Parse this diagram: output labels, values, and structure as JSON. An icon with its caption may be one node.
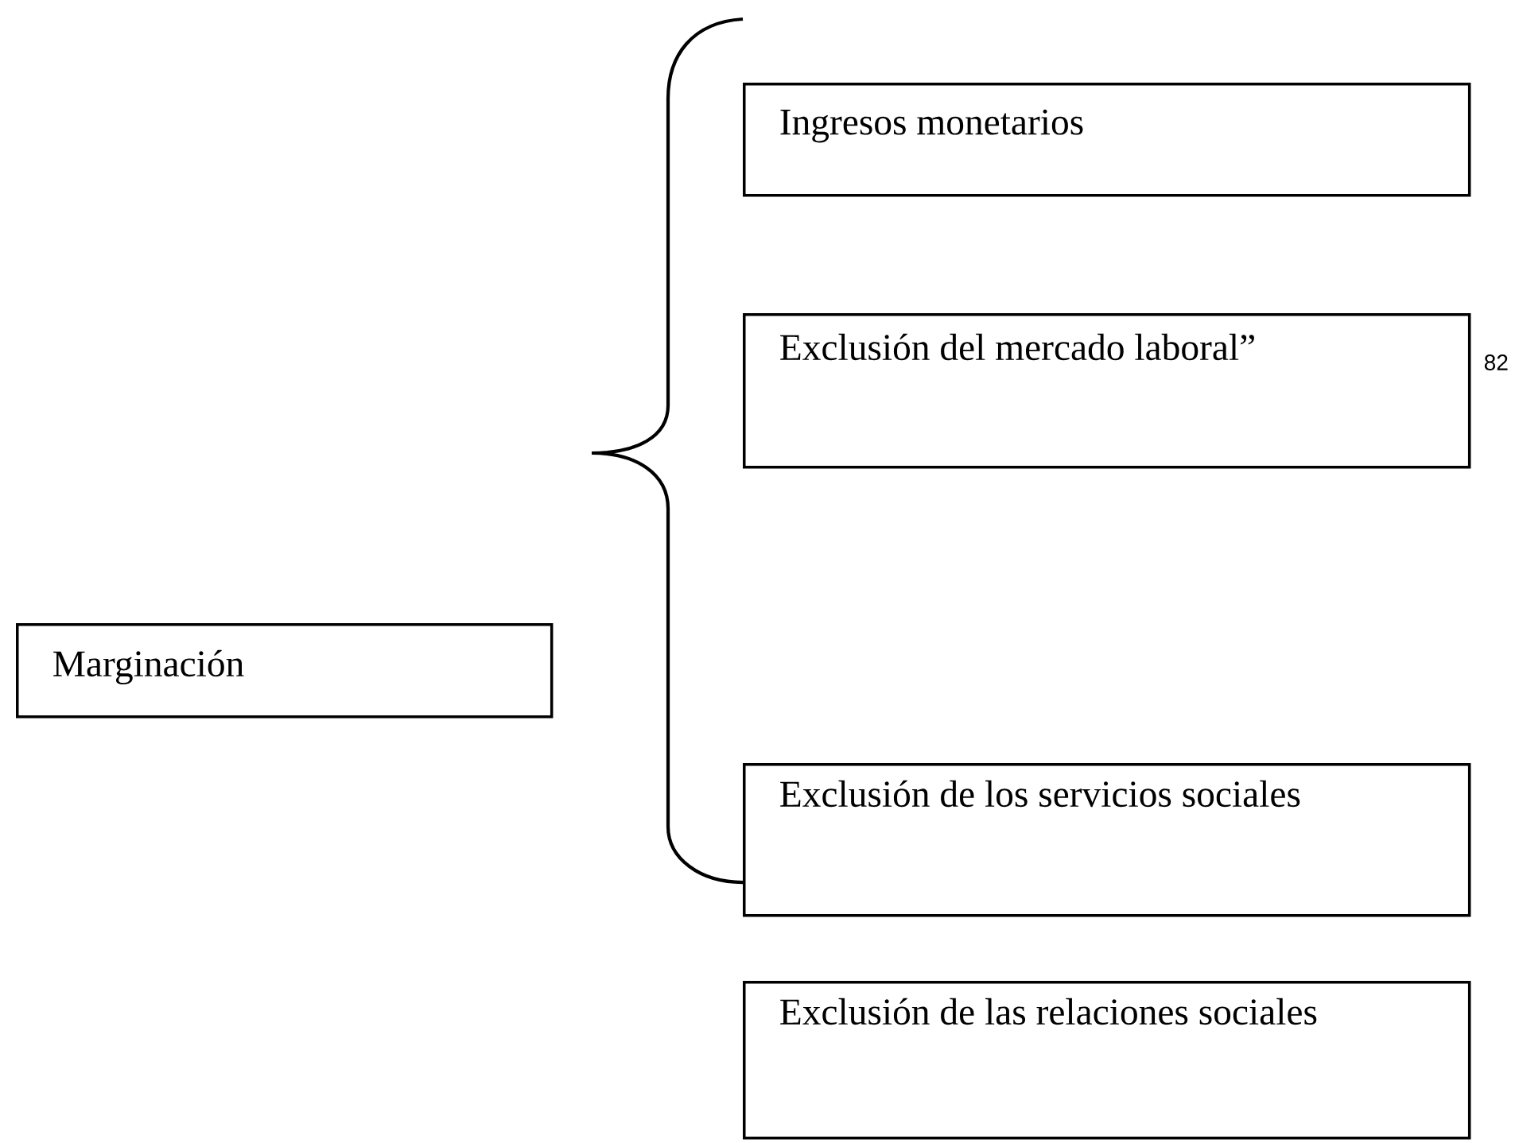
{
  "diagram": {
    "nodes": [
      {
        "text": [
          "Marginación"
        ]
      },
      {
        "text": [
          "Ingresos monetarios"
        ]
      },
      {
        "text": [
          "Exclusión del mercado laboral”"
        ],
        "beside": [
          "82"
        ]
      },
      {
        "text": [
          "Exclusión de los servicios sociales"
        ]
      },
      {
        "text": [
          "Exclusión de las relaciones sociales"
        ]
      }
    ]
  }
}
